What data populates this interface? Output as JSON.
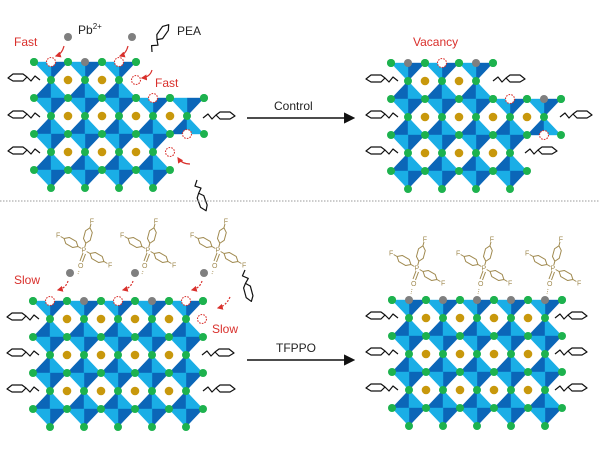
{
  "top_panel": {
    "labels": {
      "fast_left": "Fast",
      "pb_ion": "Pb",
      "pb_charge": "2+",
      "pea": "PEA",
      "fast_right": "Fast",
      "vacancy": "Vacancy"
    },
    "arrow_label": "Control"
  },
  "bottom_panel": {
    "labels": {
      "slow_left": "Slow",
      "slow_right": "Slow"
    },
    "arrow_label": "TFPPO"
  },
  "molecule_atoms": {
    "fluorine": "F",
    "phosphorus": "P",
    "oxygen": "O"
  },
  "colors": {
    "octahedron_light": "#1aaee6",
    "octahedron_dark": "#0b66b8",
    "halide": "#1db24e",
    "a_site": "#c8980c",
    "lead": "#7f7f7f",
    "vacancy": "#d9302c",
    "tfppo": "#a08a50",
    "arrow": "#d9302c"
  }
}
